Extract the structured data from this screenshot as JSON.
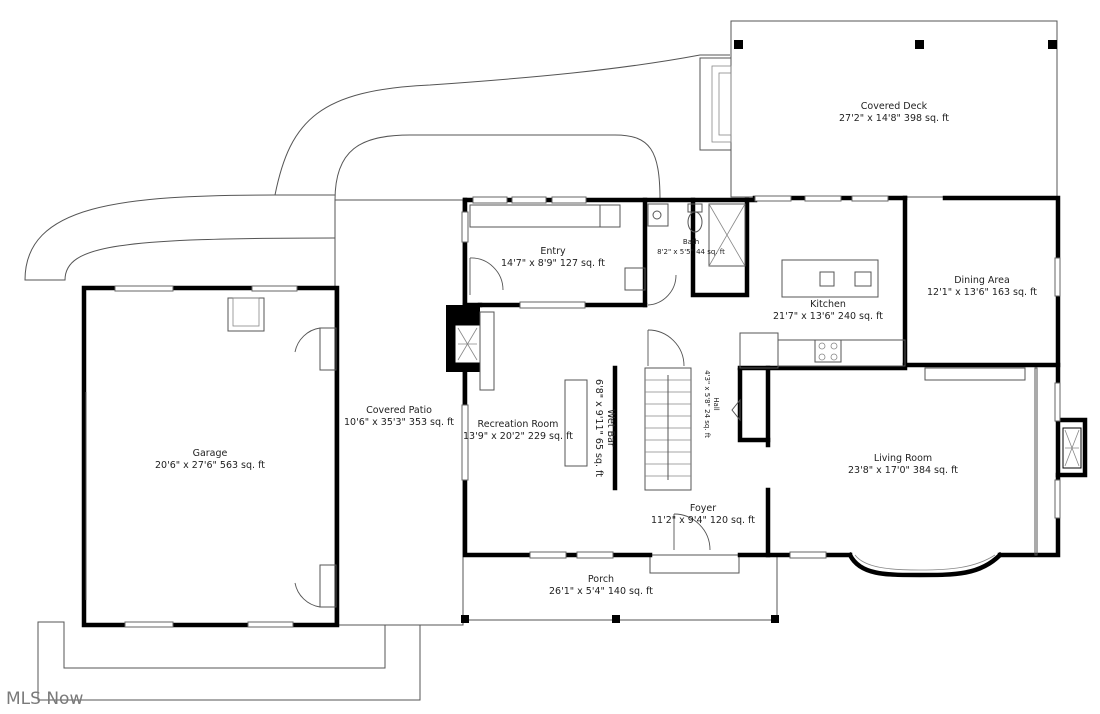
{
  "watermark": "MLS Now",
  "rooms": {
    "covered_deck": {
      "name": "Covered Deck",
      "dims": "27'2\" x 14'8\" 398 sq. ft"
    },
    "entry": {
      "name": "Entry",
      "dims": "14'7\" x 8'9\" 127 sq. ft"
    },
    "bath": {
      "name": "Bath",
      "dims": "8'2\" x 5'5\" 44 sq. ft"
    },
    "kitchen": {
      "name": "Kitchen",
      "dims": "21'7\" x 13'6\" 240 sq. ft"
    },
    "dining_area": {
      "name": "Dining Area",
      "dims": "12'1\" x 13'6\" 163 sq. ft"
    },
    "garage": {
      "name": "Garage",
      "dims": "20'6\" x 27'6\" 563 sq. ft"
    },
    "covered_patio": {
      "name": "Covered Patio",
      "dims": "10'6\" x 35'3\" 353 sq. ft"
    },
    "recreation_room": {
      "name": "Recreation Room",
      "dims": "13'9\" x 20'2\" 229 sq. ft"
    },
    "wet_bar": {
      "name": "Wet Bar",
      "dims": "6'8\" x 9'11\" 65 sq. ft"
    },
    "hall": {
      "name": "Hall",
      "dims": "4'3\" x 5'8\" 24 sq. ft"
    },
    "living_room": {
      "name": "Living Room",
      "dims": "23'8\" x 17'0\" 384 sq. ft"
    },
    "foyer": {
      "name": "Foyer",
      "dims": "11'2\" x 9'4\" 120 sq. ft"
    },
    "porch": {
      "name": "Porch",
      "dims": "26'1\" x 5'4\" 140 sq. ft"
    }
  }
}
